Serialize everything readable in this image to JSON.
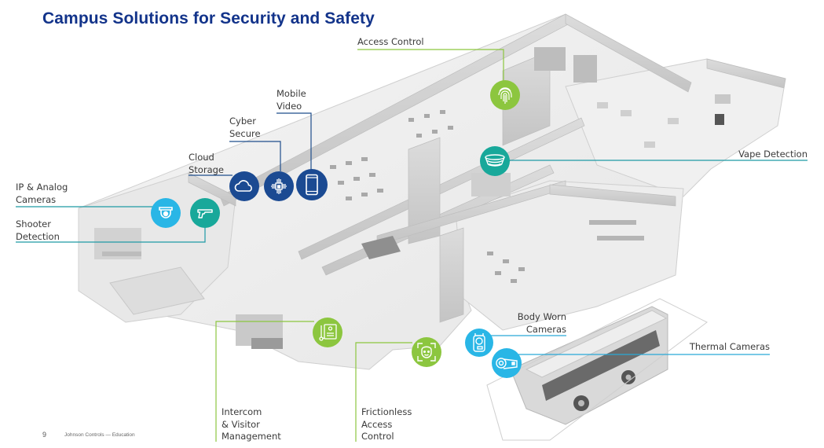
{
  "title": "Campus Solutions for Security and Safety",
  "footer": {
    "page_number": "9",
    "company": "Johnson Controls — Education"
  },
  "colors": {
    "title_blue": "#12338a",
    "navy_icon": "#1b4a92",
    "light_blue_icon": "#29b6e6",
    "teal_icon": "#18a89a",
    "green_icon": "#8cc63f",
    "blue_line": "#1f4e8c",
    "teal_line": "#1f9aa5",
    "green_line": "#8cc63f",
    "text_gray": "#3a3a3a"
  },
  "callouts": [
    {
      "id": "ip-analog-cameras",
      "label_lines": [
        "IP & Analog",
        "Cameras"
      ],
      "icon": "dome-camera-icon",
      "color": "light_blue"
    },
    {
      "id": "shooter-detection",
      "label_lines": [
        "Shooter",
        "Detection"
      ],
      "icon": "pistol-icon",
      "color": "teal"
    },
    {
      "id": "cloud-storage",
      "label_lines": [
        "Cloud",
        "Storage"
      ],
      "icon": "cloud-icon",
      "color": "navy"
    },
    {
      "id": "cyber-secure",
      "label_lines": [
        "Cyber",
        "Secure"
      ],
      "icon": "circuit-lock-icon",
      "color": "navy"
    },
    {
      "id": "mobile-video",
      "label_lines": [
        "Mobile",
        "Video"
      ],
      "icon": "smartphone-icon",
      "color": "navy"
    },
    {
      "id": "access-control",
      "label_lines": [
        "Access Control"
      ],
      "icon": "fingerprint-icon",
      "color": "green"
    },
    {
      "id": "vape-detection",
      "label_lines": [
        "Vape Detection"
      ],
      "icon": "vape-sensor-icon",
      "color": "teal"
    },
    {
      "id": "body-worn-cameras",
      "label_lines": [
        "Body Worn",
        "Cameras"
      ],
      "icon": "body-camera-icon",
      "color": "light_blue"
    },
    {
      "id": "thermal-cameras",
      "label_lines": [
        "Thermal Cameras"
      ],
      "icon": "bullet-camera-icon",
      "color": "light_blue"
    },
    {
      "id": "intercom-visitor-management",
      "label_lines": [
        "Intercom",
        "& Visitor",
        "Management"
      ],
      "icon": "intercom-icon",
      "color": "green"
    },
    {
      "id": "frictionless-access-control",
      "label_lines": [
        "Frictionless",
        "Access",
        "Control"
      ],
      "icon": "face-scan-icon",
      "color": "green"
    }
  ]
}
